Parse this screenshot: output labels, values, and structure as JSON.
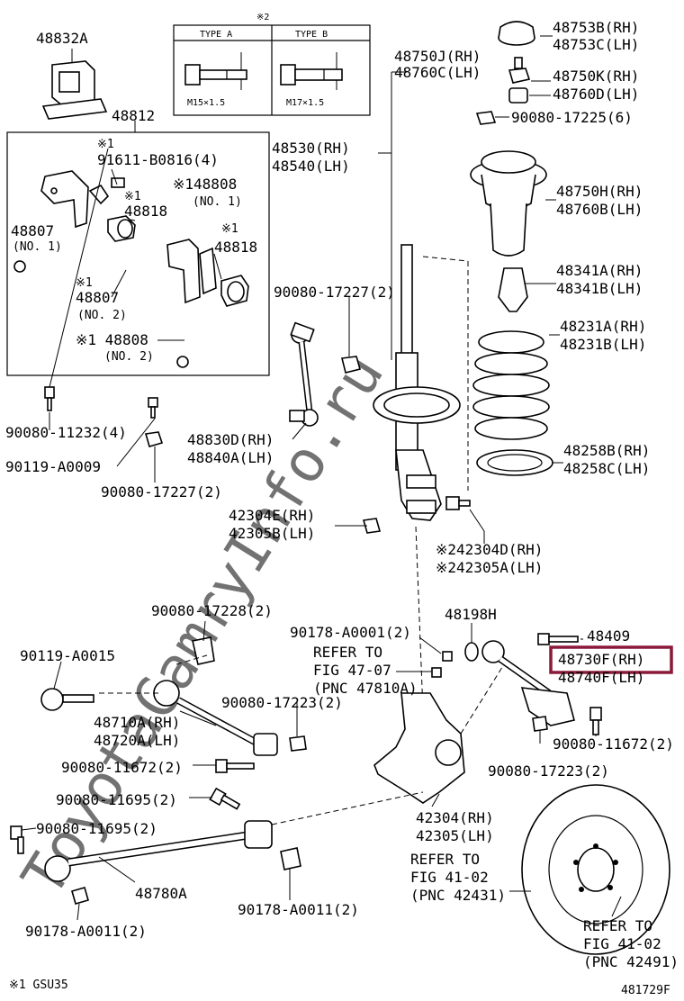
{
  "watermark": "ToyotaCamryInfo.ru",
  "type_table": {
    "marker": "※2",
    "type_a": "TYPE A",
    "type_b": "TYPE B",
    "spec_a": "M15×1.5",
    "spec_b": "M17×1.5"
  },
  "labels": {
    "p48832A": "48832A",
    "p48812": "48812",
    "note1a": "※1",
    "p91611": "91611-B0816(4)",
    "note1b": "※1",
    "p48808_no1": "※148808",
    "no1_a": "(NO. 1)",
    "p48807_no1": "48807",
    "no1_b": "(NO. 1)",
    "p48818_a": "48818",
    "note1c": "※1",
    "p48818_b": "48818",
    "note1d": "※1",
    "p48807_no2": "48807",
    "no2_a": "(NO. 2)",
    "p48808_no2": "※1 48808",
    "no2_b": "(NO. 2)",
    "p90080_11232": "90080-11232(4)",
    "p90119_A0009": "90119-A0009",
    "p90080_17227_a": "90080-17227(2)",
    "p48830D": "48830D(RH)",
    "p48840A": "48840A(LH)",
    "p90080_17227_b": "90080-17227(2)",
    "p48750J": "48750J(RH)",
    "p48760C": "48760C(LH)",
    "p48530": "48530(RH)",
    "p48540": "48540(LH)",
    "p48753B": "48753B(RH)",
    "p48753C": "48753C(LH)",
    "p48750K": "48750K(RH)",
    "p48760D": "48760D(LH)",
    "p90080_17225": "90080-17225(6)",
    "p48750H": "48750H(RH)",
    "p48760B": "48760B(LH)",
    "p48341A": "48341A(RH)",
    "p48341B": "48341B(LH)",
    "p48231A": "48231A(RH)",
    "p48231B": "48231B(LH)",
    "p48258B": "48258B(RH)",
    "p48258C": "48258C(LH)",
    "p42304E": "42304E(RH)",
    "p42305B": "42305B(LH)",
    "p42304D": "※242304D(RH)",
    "p42305A": "※242305A(LH)",
    "p90080_17228": "90080-17228(2)",
    "p90178_A0001": "90178-A0001(2)",
    "p48198H": "48198H",
    "p48409": "48409",
    "p90119_A0015": "90119-A0015",
    "refer1_a": "REFER TO",
    "refer1_b": "FIG 47-07",
    "refer1_c": "(PNC 47810A)",
    "p48730F": "48730F(RH)",
    "p48740F": "48740F(LH)",
    "p90080_17223_a": "90080-17223(2)",
    "p48710A": "48710A(RH)",
    "p48720A": "48720A(LH)",
    "p90080_11672_a": "90080-11672(2)",
    "p90080_11672_b": "90080-11672(2)",
    "p90080_17223_b": "90080-17223(2)",
    "p90080_11695_a": "90080-11695(2)",
    "p90080_11695_b": "90080-11695(2)",
    "p42304": "42304(RH)",
    "p42305": "42305(LH)",
    "refer2_a": "REFER TO",
    "refer2_b": "FIG 41-02",
    "refer2_c": "(PNC 42431)",
    "p48780A": "48780A",
    "p90178_A0011_a": "90178-A0011(2)",
    "p90178_A0011_b": "90178-A0011(2)",
    "refer3_a": "REFER TO",
    "refer3_b": "FIG 41-02",
    "refer3_c": "(PNC 42491)"
  },
  "footer": {
    "note": "※1 GSU35",
    "figure_id": "481729F"
  },
  "highlight": {
    "target": "48730F(RH)",
    "color": "#8b1a3a"
  }
}
